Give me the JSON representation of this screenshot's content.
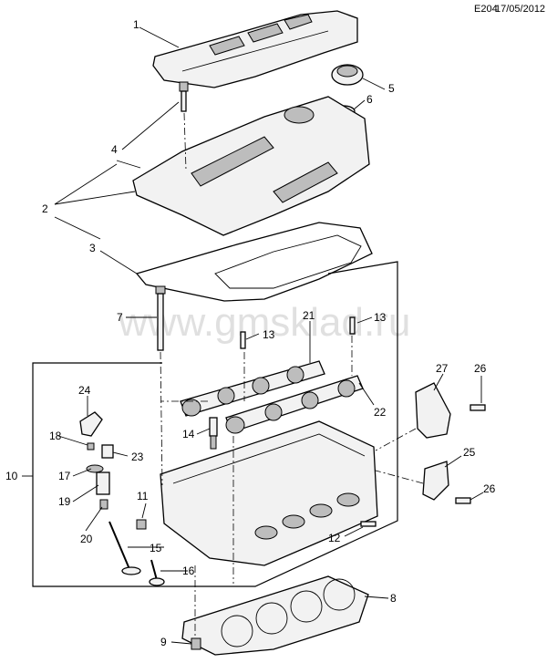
{
  "header": {
    "code": "E204",
    "date": "17/05/2012"
  },
  "watermark": "www.gmsklad.ru",
  "callouts": [
    "1",
    "2",
    "3",
    "4",
    "5",
    "6",
    "7",
    "8",
    "9",
    "10",
    "11",
    "12",
    "13",
    "13",
    "14",
    "15",
    "16",
    "17",
    "18",
    "19",
    "20",
    "21",
    "22",
    "23",
    "24",
    "25",
    "26",
    "26",
    "27"
  ]
}
